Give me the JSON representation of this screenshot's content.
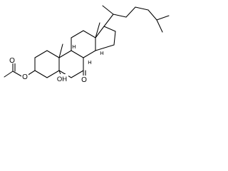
{
  "molecule": {
    "atoms": {
      "acetyl_o": "O",
      "ester_o": "O",
      "hydroxyl": "OH",
      "ketone_o": "O",
      "stereo_h": [
        "H",
        "H",
        "H"
      ]
    }
  }
}
